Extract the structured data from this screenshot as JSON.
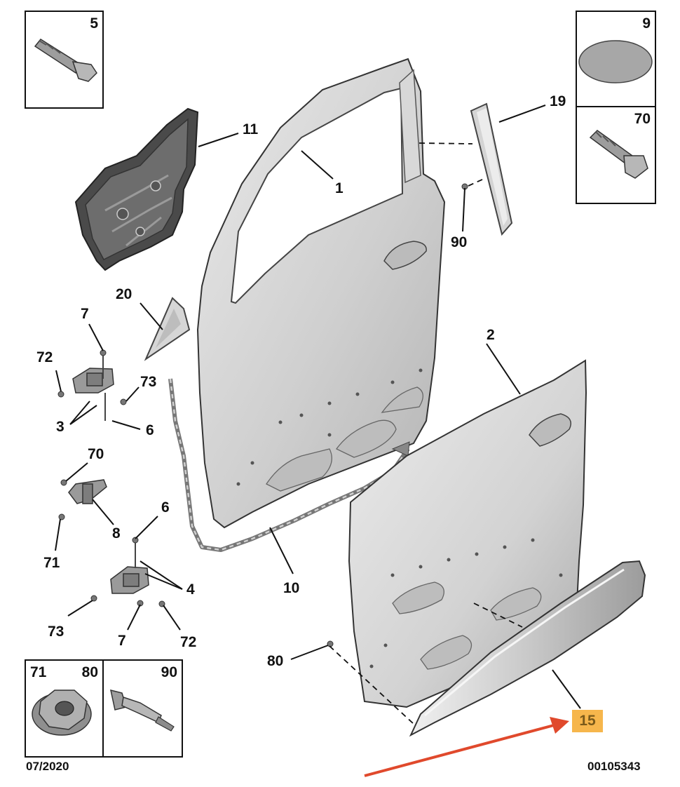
{
  "callouts": {
    "c1": "1",
    "c2": "2",
    "c3": "3",
    "c4": "4",
    "c6a": "6",
    "c6b": "6",
    "c7a": "7",
    "c7b": "7",
    "c8": "8",
    "c10": "10",
    "c11": "11",
    "c19": "19",
    "c20": "20",
    "c70": "70",
    "c71": "71",
    "c72a": "72",
    "c72b": "72",
    "c73a": "73",
    "c73b": "73",
    "c80": "80",
    "c90": "90"
  },
  "boxes": {
    "b5": "5",
    "b9": "9",
    "b70": "70",
    "b71": "71",
    "b80": "80",
    "b90": "90"
  },
  "highlight": {
    "label": "15",
    "color": "#f6b64c",
    "arrow_color": "#e0492c"
  },
  "footer": {
    "date": "07/2020",
    "code": "00105343"
  }
}
